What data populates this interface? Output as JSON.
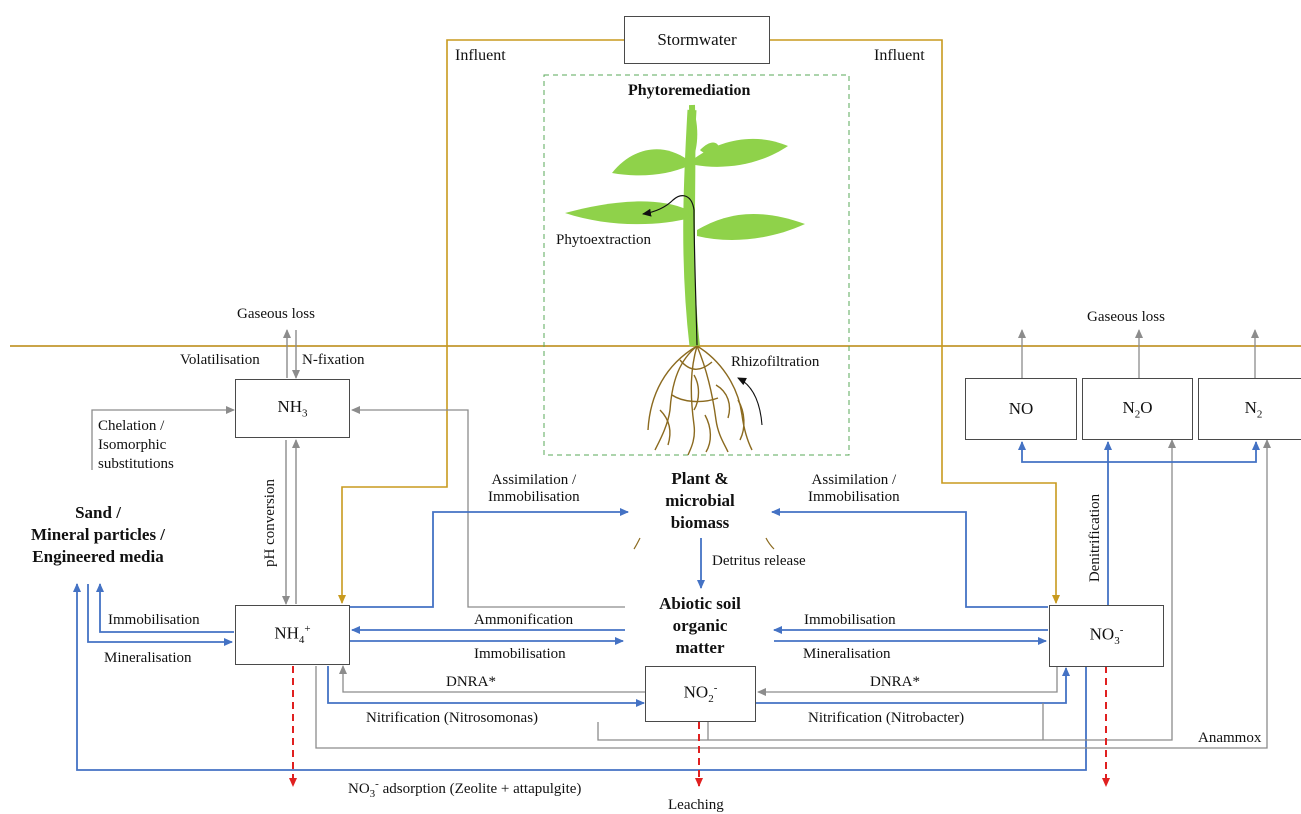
{
  "top": {
    "stormwater": "Stormwater",
    "influent_left": "Influent",
    "influent_right": "Influent"
  },
  "phyto": {
    "title": "Phytoremediation",
    "phytoextraction": "Phytoextraction",
    "rhizofiltration": "Rhizofiltration"
  },
  "left": {
    "gaseous_loss": "Gaseous loss",
    "volatilisation": "Volatilisation",
    "n_fixation": "N-fixation",
    "nh3_base": "NH",
    "nh3_sub": "3",
    "chelation_line1": "Chelation /",
    "chelation_line2": "Isomorphic",
    "chelation_line3": "substitutions",
    "sand_line1": "Sand /",
    "sand_line2": "Mineral particles /",
    "sand_line3": "Engineered media",
    "ph_conversion": "pH conversion",
    "immobilisation": "Immobilisation",
    "mineralisation": "Mineralisation",
    "nh4_base": "NH",
    "nh4_sub": "4",
    "nh4_sup": "+"
  },
  "center": {
    "assim_left_1": "Assimilation /",
    "assim_left_2": "Immobilisation",
    "biomass_1": "Plant &",
    "biomass_2": "microbial",
    "biomass_3": "biomass",
    "detritus": "Detritus release",
    "abiotic_1": "Abiotic soil",
    "abiotic_2": "organic",
    "abiotic_3": "matter",
    "ammonification": "Ammonification",
    "immobilisation_low": "Immobilisation",
    "dnra_left": "DNRA*",
    "nitrification_left": "Nitrification (Nitrosomonas)",
    "no2_base": "NO",
    "no2_sub": "2",
    "no2_sup": "-",
    "adsorption_1": "NO",
    "adsorption_sub": "3",
    "adsorption_sup": "-",
    "adsorption_2": " adsorption (Zeolite + attapulgite)",
    "leaching": "Leaching"
  },
  "right": {
    "gaseous_loss": "Gaseous loss",
    "no": "NO",
    "n2o_a": "N",
    "n2o_sub": "2",
    "n2o_b": "O",
    "n2_a": "N",
    "n2_sub": "2",
    "assim_1": "Assimilation /",
    "assim_2": "Immobilisation",
    "denitrification": "Denitrification",
    "immobilisation": "Immobilisation",
    "mineralisation": "Mineralisation",
    "no3_base": "NO",
    "no3_sub": "3",
    "no3_sup": "-",
    "dnra_right": "DNRA*",
    "nitrification_right": "Nitrification (Nitrobacter)",
    "anammox": "Anammox"
  },
  "colors": {
    "influent": "#c89a1e",
    "soil_line": "#b8860b",
    "blue": "#4472c4",
    "grey": "#8c8c8c",
    "leaching": "#e02020",
    "plant": "#8fd24a",
    "root": "#8b6a1f",
    "dashed_box": "#5aa85a"
  }
}
